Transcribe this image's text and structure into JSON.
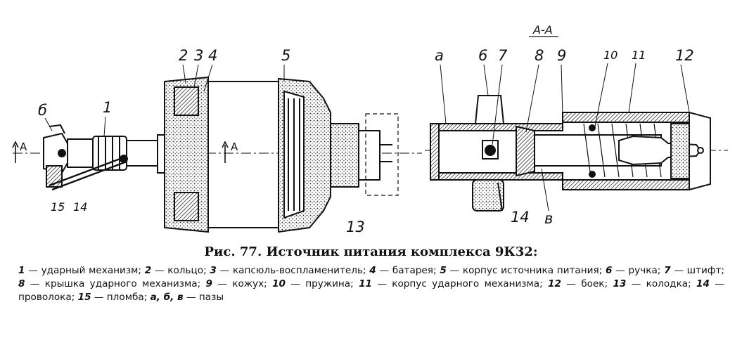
{
  "figure": {
    "section_label": "А-А",
    "left_callouts": {
      "b": "б",
      "one": "1",
      "two": "2",
      "three": "3",
      "four": "4",
      "five": "5",
      "a_left": "А",
      "a_right": "А",
      "thirteen": "13",
      "fifteen": "15",
      "fourteen": "14"
    },
    "right_callouts": {
      "a": "а",
      "six": "6",
      "seven": "7",
      "eight": "8",
      "nine": "9",
      "ten": "10",
      "eleven": "11",
      "twelve": "12",
      "fourteen": "14",
      "v": "в"
    }
  },
  "caption": {
    "number": "Рис. 77.",
    "title": "Источник питания комплекса 9К32:"
  },
  "legend": {
    "items": [
      {
        "n": "1",
        "text": "ударный механизм;"
      },
      {
        "n": "2",
        "text": "кольцо;"
      },
      {
        "n": "3",
        "text": "капсюль-воспламенитель;"
      },
      {
        "n": "4",
        "text": "батарея;"
      },
      {
        "n": "5",
        "text": "корпус источника питания;"
      },
      {
        "n": "6",
        "text": "ручка;"
      },
      {
        "n": "7",
        "text": "штифт;"
      },
      {
        "n": "8",
        "text": "крышка ударного механизма;"
      },
      {
        "n": "9",
        "text": "кожух;"
      },
      {
        "n": "10",
        "text": "пружина;"
      },
      {
        "n": "11",
        "text": "корпус ударного механизма;"
      },
      {
        "n": "12",
        "text": "боек;"
      },
      {
        "n": "13",
        "text": "колодка;"
      },
      {
        "n": "14",
        "text": "проволока;"
      },
      {
        "n": "15",
        "text": "пломба;"
      },
      {
        "n": "а, б, в",
        "text": "пазы"
      }
    ]
  }
}
